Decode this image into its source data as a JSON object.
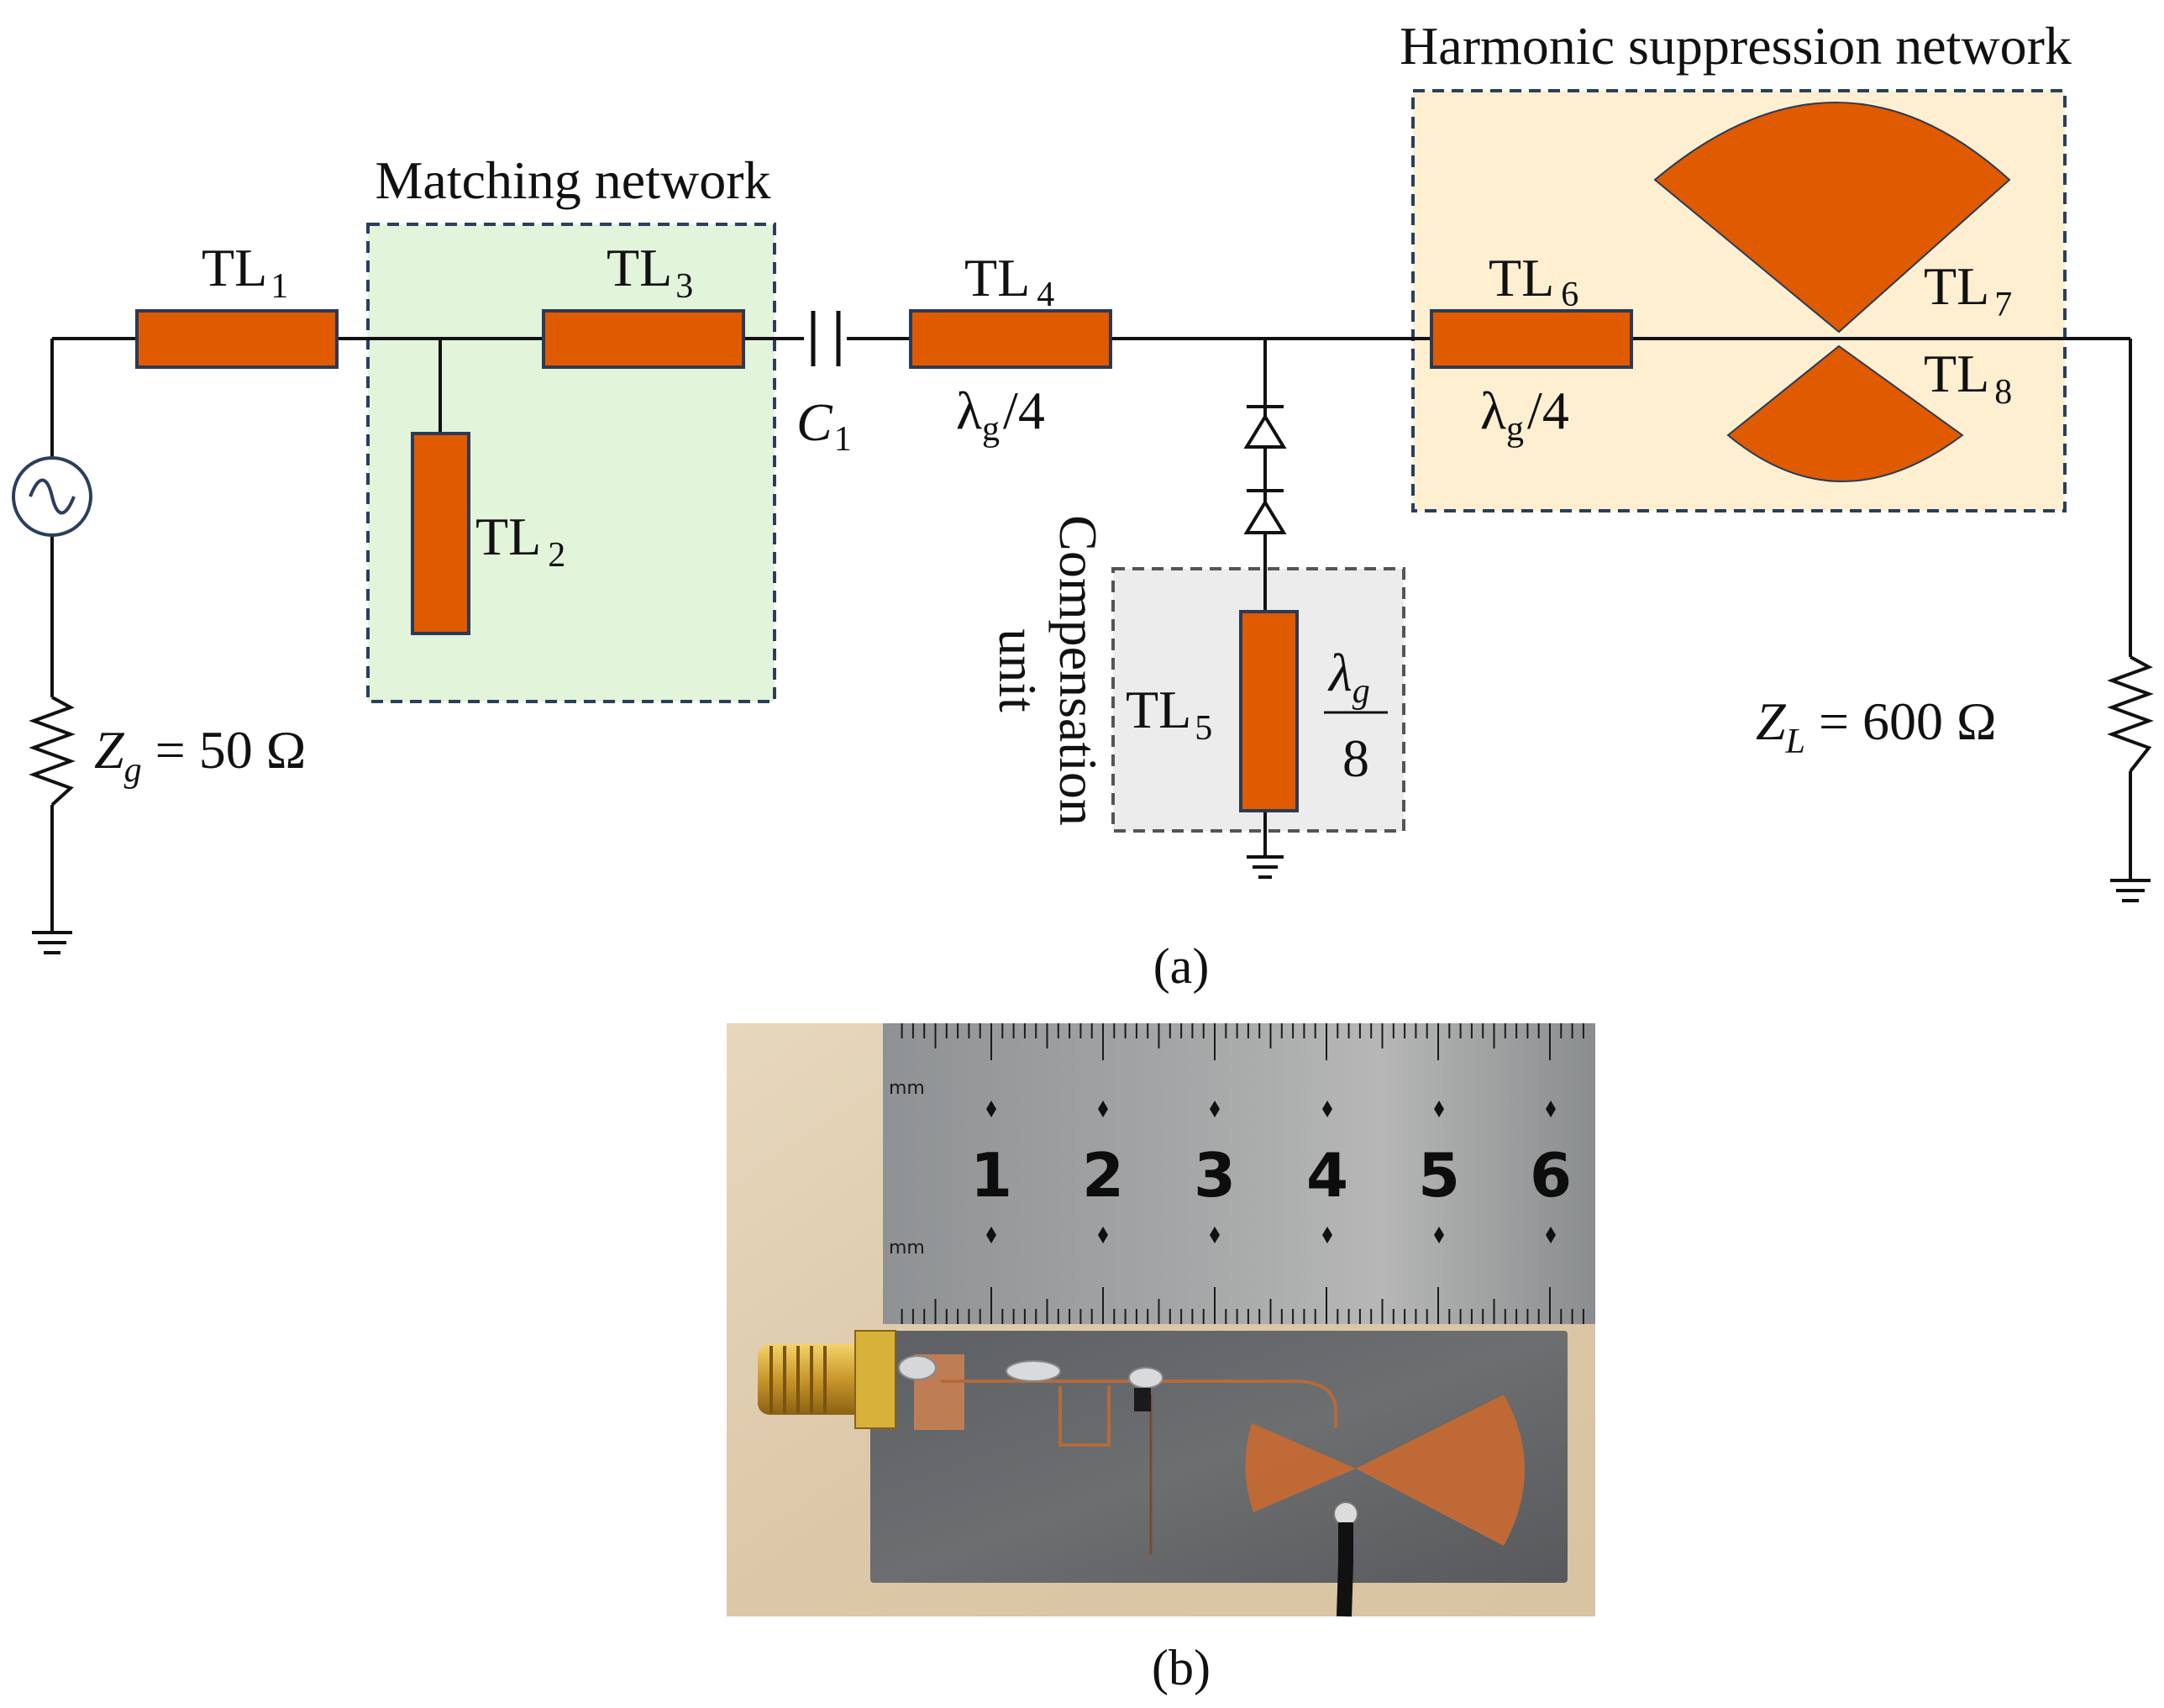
{
  "figure": {
    "panel_a": {
      "caption": "(a)",
      "matching_network_title": "Matching network",
      "harmonic_network_title": "Harmonic suppression network",
      "compensation_title": [
        "Compensation",
        "unit"
      ],
      "tl1": {
        "base": "TL",
        "sub": "1"
      },
      "tl2": {
        "base": "TL",
        "sub": "2"
      },
      "tl3": {
        "base": "TL",
        "sub": "3"
      },
      "tl4": {
        "base": "TL",
        "sub": "4"
      },
      "tl5": {
        "base": "TL",
        "sub": "5"
      },
      "tl6": {
        "base": "TL",
        "sub": "6"
      },
      "tl7": {
        "base": "TL",
        "sub": "7"
      },
      "tl8": {
        "base": "TL",
        "sub": "8"
      },
      "c1": {
        "base": "C",
        "sub": "1"
      },
      "quarter_wave_1": {
        "lambda": "λ",
        "sub": "g",
        "rest": "/4"
      },
      "quarter_wave_2": {
        "lambda": "λ",
        "sub": "g",
        "rest": "/4"
      },
      "eighth_wave": {
        "numerator": "λ",
        "sub": "g",
        "denominator": "8"
      },
      "zg": {
        "z": "Z",
        "sub": "g",
        "value": "= 50  Ω"
      },
      "zl": {
        "z": "Z",
        "sub": "L",
        "value": "= 600  Ω"
      }
    },
    "panel_b": {
      "caption": "(b)",
      "ruler_unit": "mm",
      "ruler_numbers": [
        "1",
        "2",
        "3",
        "4",
        "5",
        "6"
      ]
    },
    "colors": {
      "tl_fill": "#e05a00",
      "matching_bg": "#e2f4da",
      "harmonic_bg": "#fdefd0",
      "compensation_bg": "#ececec"
    }
  }
}
